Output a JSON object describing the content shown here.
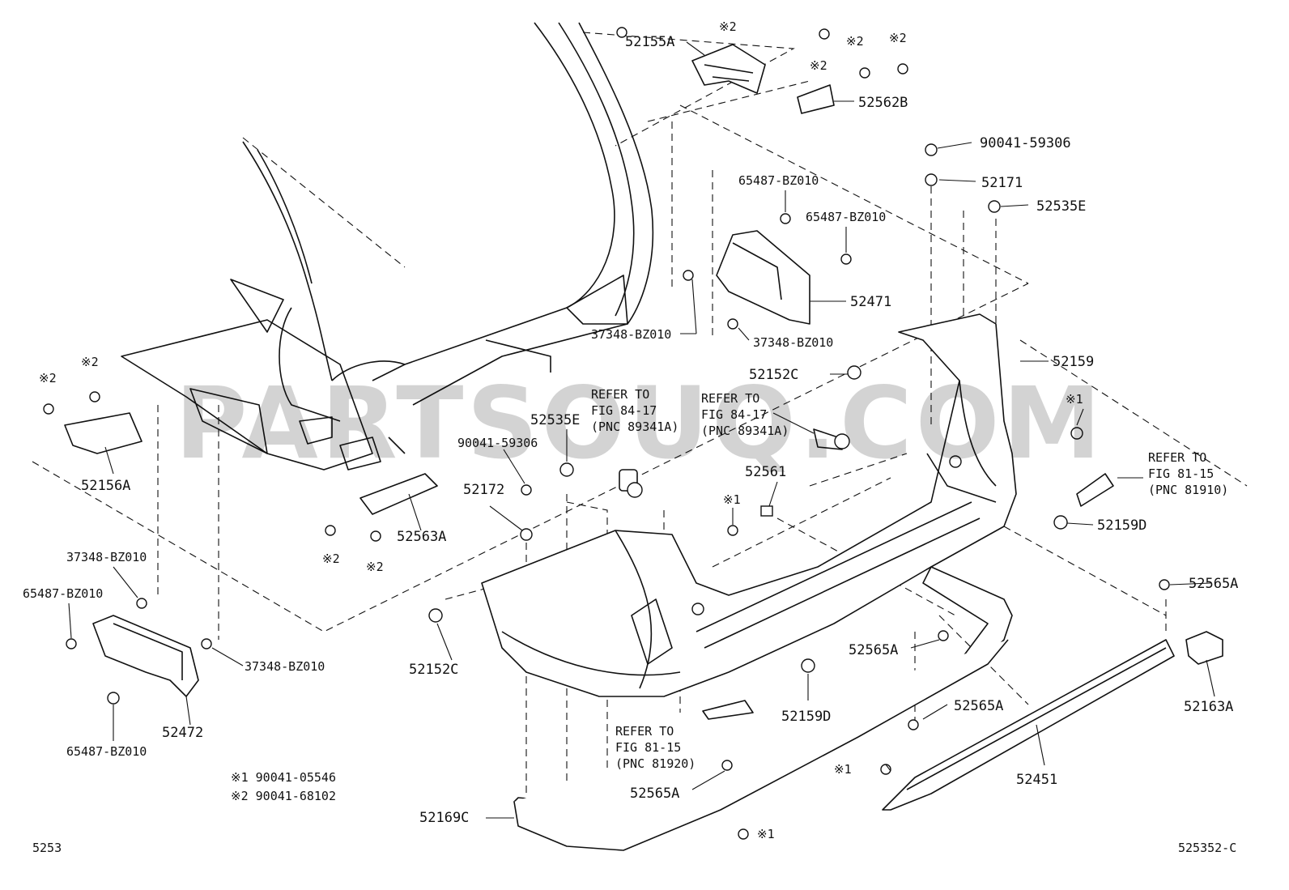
{
  "diagram": {
    "callouts": {
      "c52155A": "52155A",
      "c52562B": "52562B",
      "c90041_59306_top": "90041-59306",
      "c52171": "52171",
      "c52535E_right": "52535E",
      "c65487_a": "65487-BZ010",
      "c65487_b": "65487-BZ010",
      "c52471": "52471",
      "c37348_a": "37348-BZ010",
      "c37348_b": "37348-BZ010",
      "c52159": "52159",
      "c52152C_top": "52152C",
      "c52156A": "52156A",
      "c52535E_mid": "52535E",
      "c90041_59306_mid": "90041-59306",
      "c52172": "52172",
      "c52563A": "52563A",
      "c52561": "52561",
      "c52159D_right": "52159D",
      "c37348_c": "37348-BZ010",
      "c65487_c": "65487-BZ010",
      "c37348_d": "37348-BZ010",
      "c52472": "52472",
      "c65487_d": "65487-BZ010",
      "c52152C_bottom": "52152C",
      "c52565A_a": "52565A",
      "c52565A_b": "52565A",
      "c52565A_c": "52565A",
      "c52565A_d": "52565A",
      "c52159D_bottom": "52159D",
      "c52163A": "52163A",
      "c52451": "52451",
      "c52169C": "52169C"
    },
    "refer_notes": {
      "r1_l1": "REFER TO",
      "r1_l2": "FIG 84-17",
      "r1_l3": "(PNC 89341A)",
      "r2_l1": "REFER TO",
      "r2_l2": "FIG 84-17",
      "r2_l3": "(PNC 89341A)",
      "r3_l1": "REFER TO",
      "r3_l2": "FIG 81-15",
      "r3_l3": "(PNC 81910)",
      "r4_l1": "REFER TO",
      "r4_l2": "FIG 81-15",
      "r4_l3": "(PNC 81920)"
    },
    "marks": {
      "m1": "※1",
      "m2": "※2"
    },
    "legend": {
      "line1": "※1  90041-05546",
      "line2": "※2  90041-68102"
    },
    "footer": {
      "left_code": "5253",
      "right_code": "525352-C"
    },
    "watermark": "PARTSOUQ.COM"
  }
}
